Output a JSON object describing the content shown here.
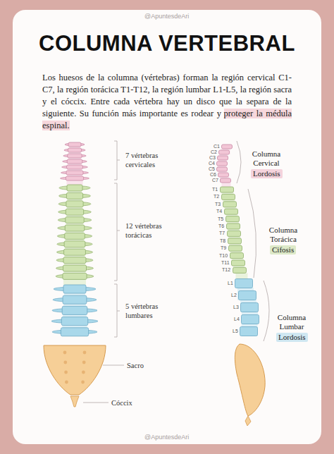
{
  "diagram": {
    "title": "COLUMNA VERTEBRAL",
    "labels": [
      "@ApuntesdeAri",
      "Los huesos de la columna (vértebras) forman la región cervical C1-C7, la región torácica T1-T12, la región lumbar L1-L5, la región sacra y el cóccix. Entre cada vértebra hay un disco que la separa de la siguiente. Su función más importante es rodear y",
      "proteger la médula espinal.",
      "7 vértebras cervicales",
      "12 vértebras torácicas",
      "5 vértebras lumbares",
      "Sacro",
      "Cóccix",
      "C1",
      "C2",
      "C3",
      "C4",
      "C5",
      "C6",
      "C7",
      "T1",
      "T2",
      "T3",
      "T4",
      "T5",
      "T6",
      "T7",
      "T8",
      "T9",
      "T10",
      "T11",
      "T12",
      "L1",
      "L2",
      "L3",
      "L4",
      "L5",
      "Columna Cervical",
      "Lordosis",
      "Columna Torácica",
      "Cifosis",
      "Columna Lumbar",
      "Lordosis",
      "@ApuntesdeAri"
    ]
  }
}
